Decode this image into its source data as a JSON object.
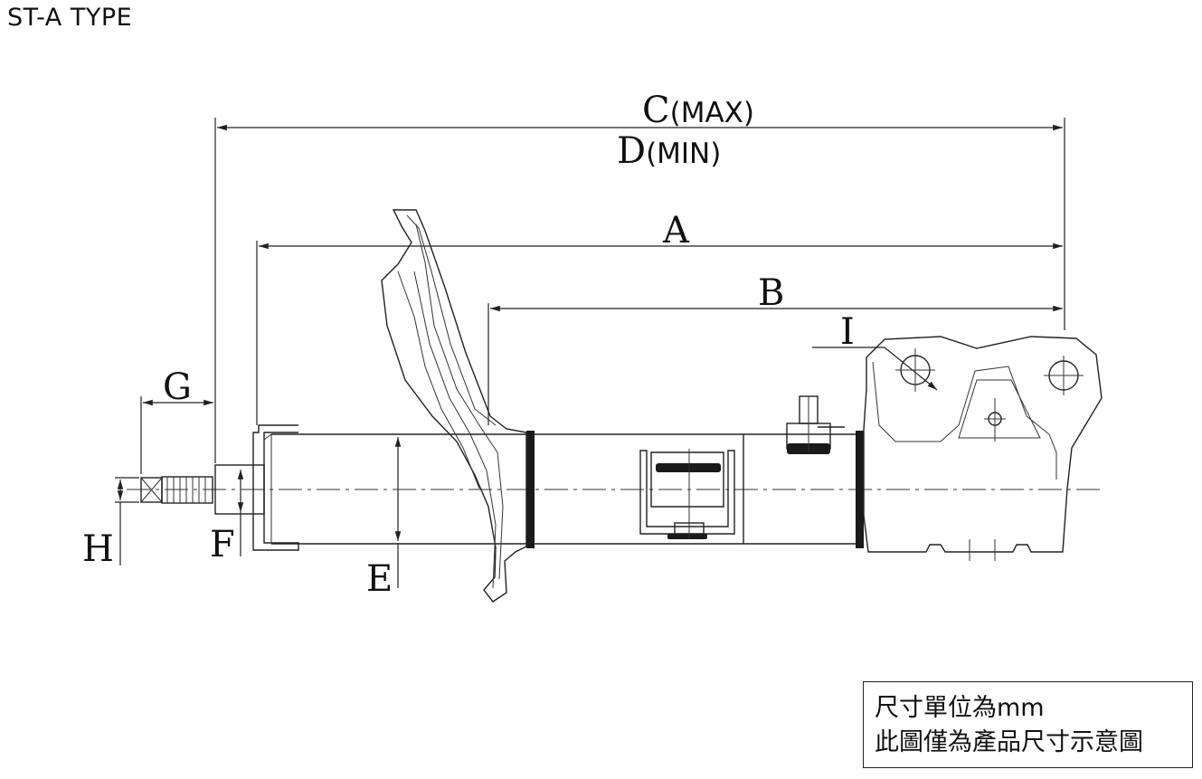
{
  "title": "ST-A  TYPE",
  "dimensions": {
    "C": {
      "letter": "C",
      "qualifier": "(MAX)"
    },
    "D": {
      "letter": "D",
      "qualifier": "(MIN)"
    },
    "A": "A",
    "B": "B",
    "E": "E",
    "F": "F",
    "G": "G",
    "H": "H",
    "I": "I"
  },
  "note": {
    "line1": "尺寸單位為mm",
    "line2": "此圖僅為產品尺寸示意圖"
  }
}
